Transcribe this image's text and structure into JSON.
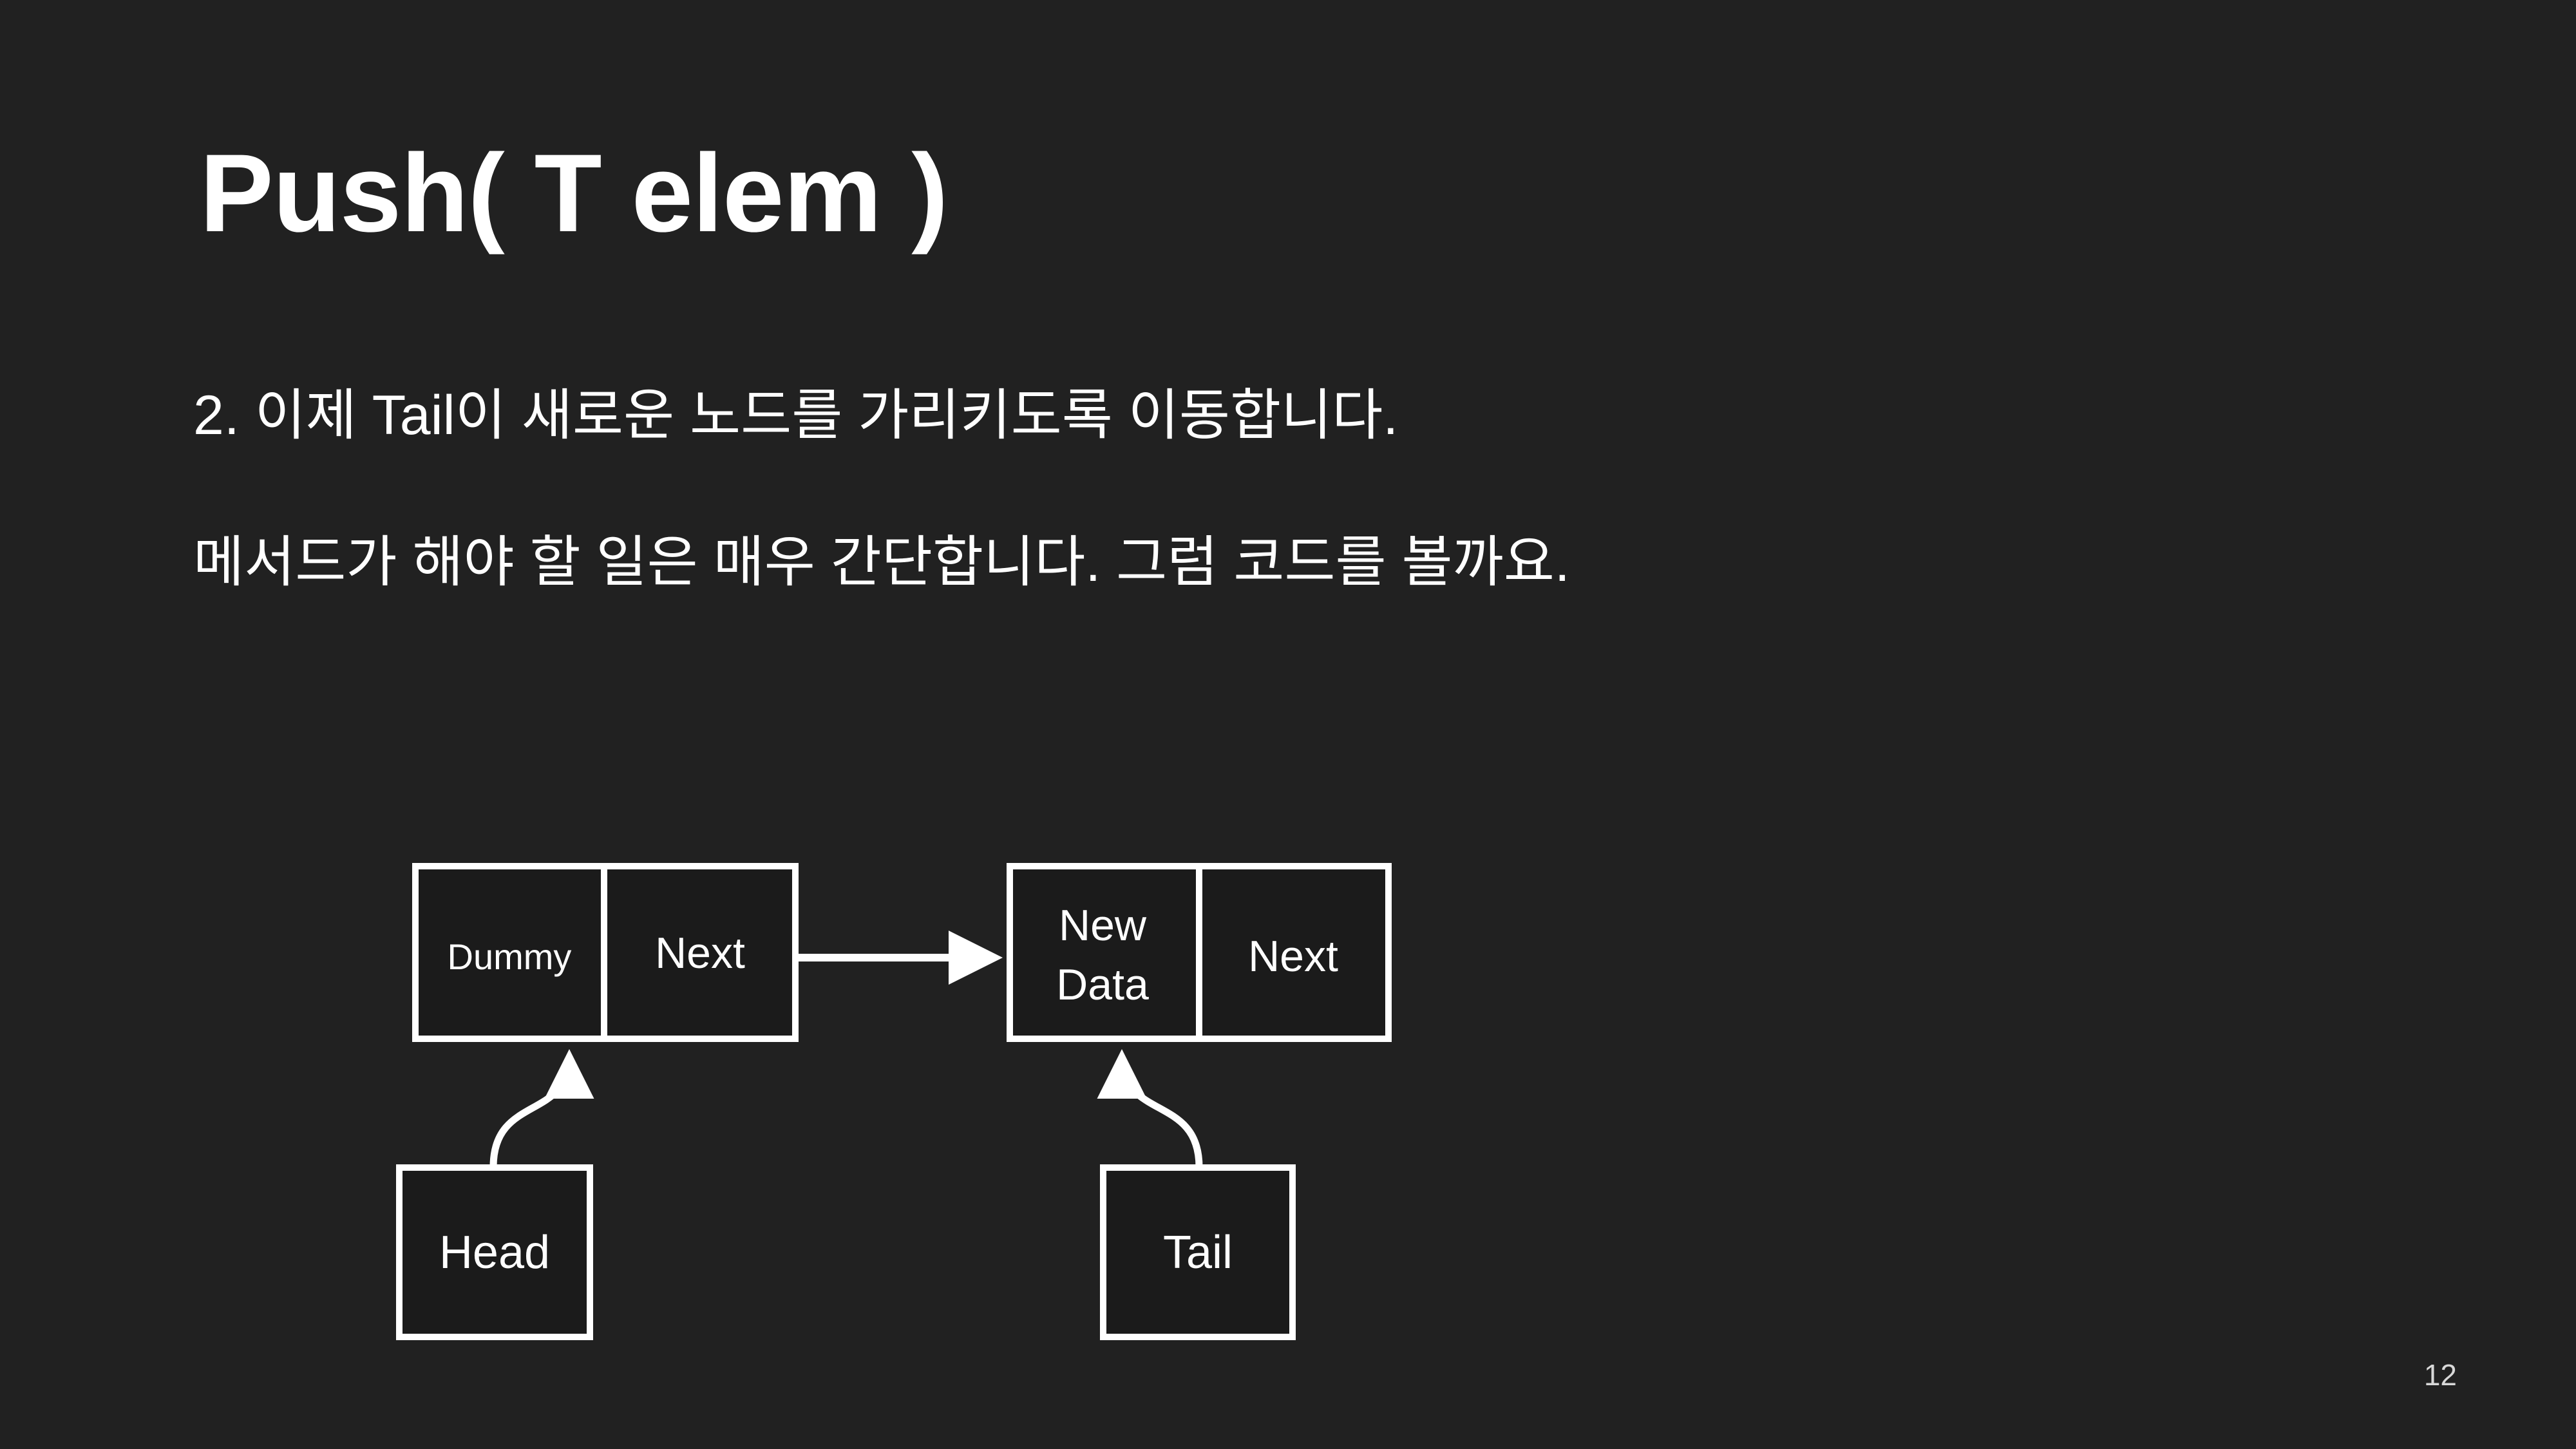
{
  "slide": {
    "background_color": "#212121",
    "text_color": "#ffffff",
    "title": "Push( T elem )",
    "page_number": "12"
  },
  "body": {
    "lines": [
      "2. 이제 Tail이 새로운 노드를 가리키도록 이동합니다.",
      "메서드가 해야 할 일은 매우 간단합니다. 그럼 코드를 볼까요."
    ]
  },
  "diagram": {
    "type": "linked-list",
    "nodes": [
      {
        "id": "dummy-node",
        "cells": [
          {
            "id": "dummy-data-cell",
            "label": "Dummy"
          },
          {
            "id": "dummy-next-cell",
            "label": "Next"
          }
        ]
      },
      {
        "id": "new-node",
        "cells": [
          {
            "id": "new-data-cell",
            "label_line1": "New",
            "label_line2": "Data"
          },
          {
            "id": "new-next-cell",
            "label": "Next"
          }
        ]
      }
    ],
    "pointers": [
      {
        "id": "head-pointer",
        "label": "Head",
        "target": "dummy-node"
      },
      {
        "id": "tail-pointer",
        "label": "Tail",
        "target": "new-node"
      }
    ],
    "links": [
      {
        "from": "dummy-next-cell",
        "to": "new-data-cell",
        "style": "arrow"
      }
    ]
  }
}
